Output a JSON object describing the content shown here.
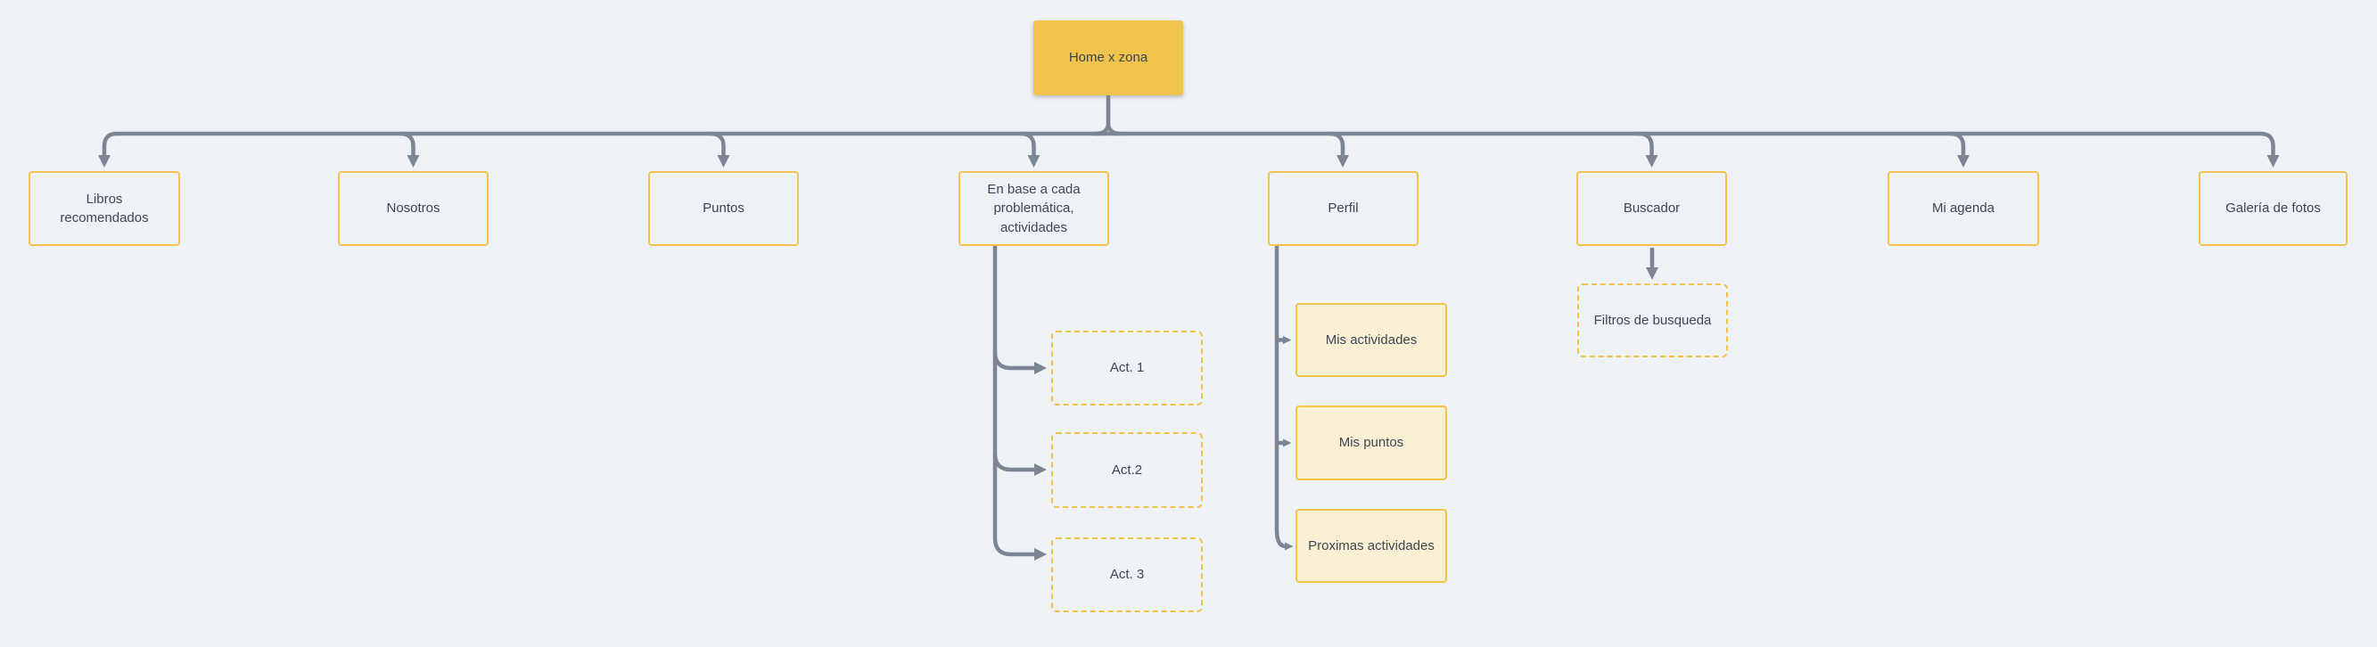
{
  "diagram": {
    "title": "Home x zona sitemap",
    "background": "#eef1f5",
    "colors": {
      "root_fill": "#f0c34c",
      "box_border": "#f2c44f",
      "cream_fill": "#f9f0d4",
      "connector": "#7b8593",
      "text": "#3d4752"
    },
    "nodes": [
      {
        "id": "root",
        "label": "Home x zona",
        "kind": "solid"
      },
      {
        "id": "libros",
        "label": "Libros\nrecomendados",
        "kind": "outline"
      },
      {
        "id": "nosotros",
        "label": "Nosotros",
        "kind": "outline"
      },
      {
        "id": "puntos",
        "label": "Puntos",
        "kind": "outline"
      },
      {
        "id": "enbase",
        "label": "En base a cada\nproblemática,\nactividades",
        "kind": "outline"
      },
      {
        "id": "perfil",
        "label": "Perfil",
        "kind": "outline"
      },
      {
        "id": "buscador",
        "label": "Buscador",
        "kind": "outline"
      },
      {
        "id": "miagenda",
        "label": "Mi agenda",
        "kind": "outline"
      },
      {
        "id": "galeria",
        "label": "Galería de fotos",
        "kind": "outline"
      },
      {
        "id": "act1",
        "label": "Act. 1",
        "kind": "dashed"
      },
      {
        "id": "act2",
        "label": "Act.2",
        "kind": "dashed"
      },
      {
        "id": "act3",
        "label": "Act. 3",
        "kind": "dashed"
      },
      {
        "id": "misact",
        "label": "Mis actividades",
        "kind": "cream"
      },
      {
        "id": "mispuntos",
        "label": "Mis puntos",
        "kind": "cream"
      },
      {
        "id": "proximas",
        "label": "Proximas actividades",
        "kind": "cream"
      },
      {
        "id": "filtros",
        "label": "Filtros de busqueda",
        "kind": "dashed"
      }
    ],
    "edges": [
      {
        "from": "root",
        "to": "libros"
      },
      {
        "from": "root",
        "to": "nosotros"
      },
      {
        "from": "root",
        "to": "puntos"
      },
      {
        "from": "root",
        "to": "enbase"
      },
      {
        "from": "root",
        "to": "perfil"
      },
      {
        "from": "root",
        "to": "buscador"
      },
      {
        "from": "root",
        "to": "miagenda"
      },
      {
        "from": "root",
        "to": "galeria"
      },
      {
        "from": "enbase",
        "to": "act1"
      },
      {
        "from": "enbase",
        "to": "act2"
      },
      {
        "from": "enbase",
        "to": "act3"
      },
      {
        "from": "perfil",
        "to": "misact"
      },
      {
        "from": "perfil",
        "to": "mispuntos"
      },
      {
        "from": "perfil",
        "to": "proximas"
      },
      {
        "from": "buscador",
        "to": "filtros"
      }
    ]
  }
}
